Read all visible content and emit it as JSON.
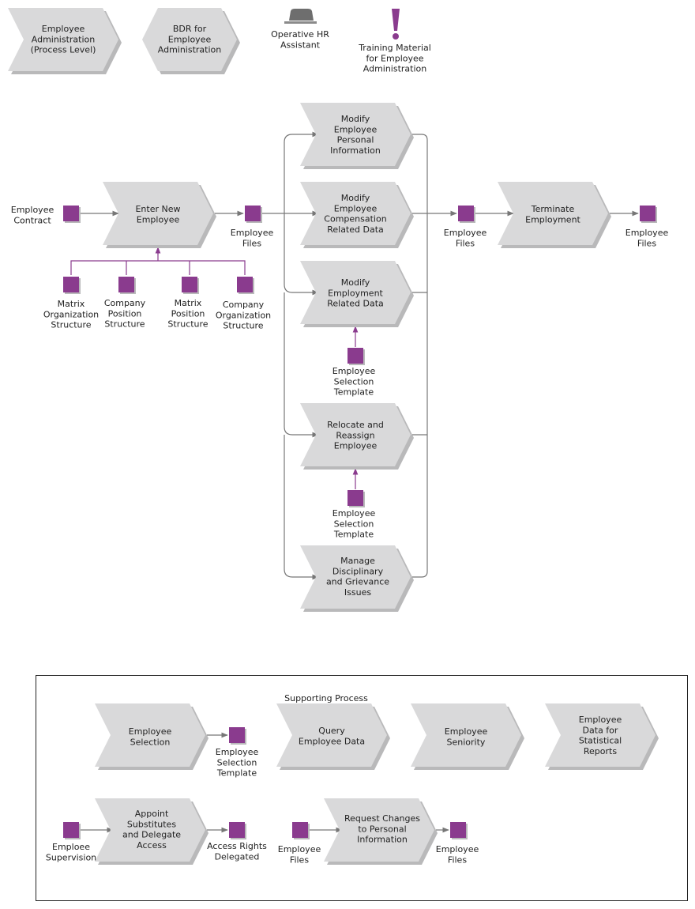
{
  "legend": {
    "process_level": [
      "Employee",
      "Administration",
      "(Process Level)"
    ],
    "bdr": [
      "BDR for",
      "Employee",
      "Administration"
    ],
    "role": [
      "Operative HR",
      "Assistant"
    ],
    "training": [
      "Training Material",
      "for Employee",
      "Administration"
    ]
  },
  "nodes": {
    "employee_contract": [
      "Employee",
      "Contract"
    ],
    "enter_new_employee": [
      "Enter New",
      "Employee"
    ],
    "employee_files_1": [
      "Employee",
      "Files"
    ],
    "matrix_org": [
      "Matrix",
      "Organization",
      "Structure"
    ],
    "company_pos": [
      "Company",
      "Position",
      "Structure"
    ],
    "matrix_pos": [
      "Matrix",
      "Position",
      "Structure"
    ],
    "company_org": [
      "Company",
      "Organization",
      "Structure"
    ],
    "modify_personal": [
      "Modify",
      "Employee",
      "Personal",
      "Information"
    ],
    "modify_comp": [
      "Modify",
      "Employee",
      "Compensation",
      "Related Data"
    ],
    "modify_employment": [
      "Modify",
      "Employment",
      "Related Data"
    ],
    "emp_sel_tmpl_1": [
      "Employee",
      "Selection",
      "Template"
    ],
    "relocate": [
      "Relocate and",
      "Reassign",
      "Employee"
    ],
    "emp_sel_tmpl_2": [
      "Employee",
      "Selection",
      "Template"
    ],
    "disciplinary": [
      "Manage",
      "Disciplinary",
      "and Grievance",
      "Issues"
    ],
    "employee_files_2": [
      "Employee",
      "Files"
    ],
    "terminate": [
      "Terminate",
      "Employment"
    ],
    "employee_files_3": [
      "Employee",
      "Files"
    ]
  },
  "support": {
    "title": "Supporting Process",
    "emp_selection": [
      "Employee",
      "Selection"
    ],
    "emp_sel_tmpl": [
      "Employee",
      "Selection",
      "Template"
    ],
    "query": [
      "Query",
      "Employee Data"
    ],
    "seniority": [
      "Employee",
      "Seniority"
    ],
    "statistical": [
      "Employee",
      "Data for",
      "Statistical",
      "Reports"
    ],
    "emploee_supervision": [
      "Emploee",
      "Supervision"
    ],
    "appoint": [
      "Appoint",
      "Substitutes",
      "and Delegate",
      "Access"
    ],
    "access_rights": [
      "Access Rights",
      "Delegated"
    ],
    "emp_files_in": [
      "Employee",
      "Files"
    ],
    "request_changes": [
      "Request Changes",
      "to Personal",
      "Information"
    ],
    "emp_files_out": [
      "Employee",
      "Files"
    ]
  }
}
